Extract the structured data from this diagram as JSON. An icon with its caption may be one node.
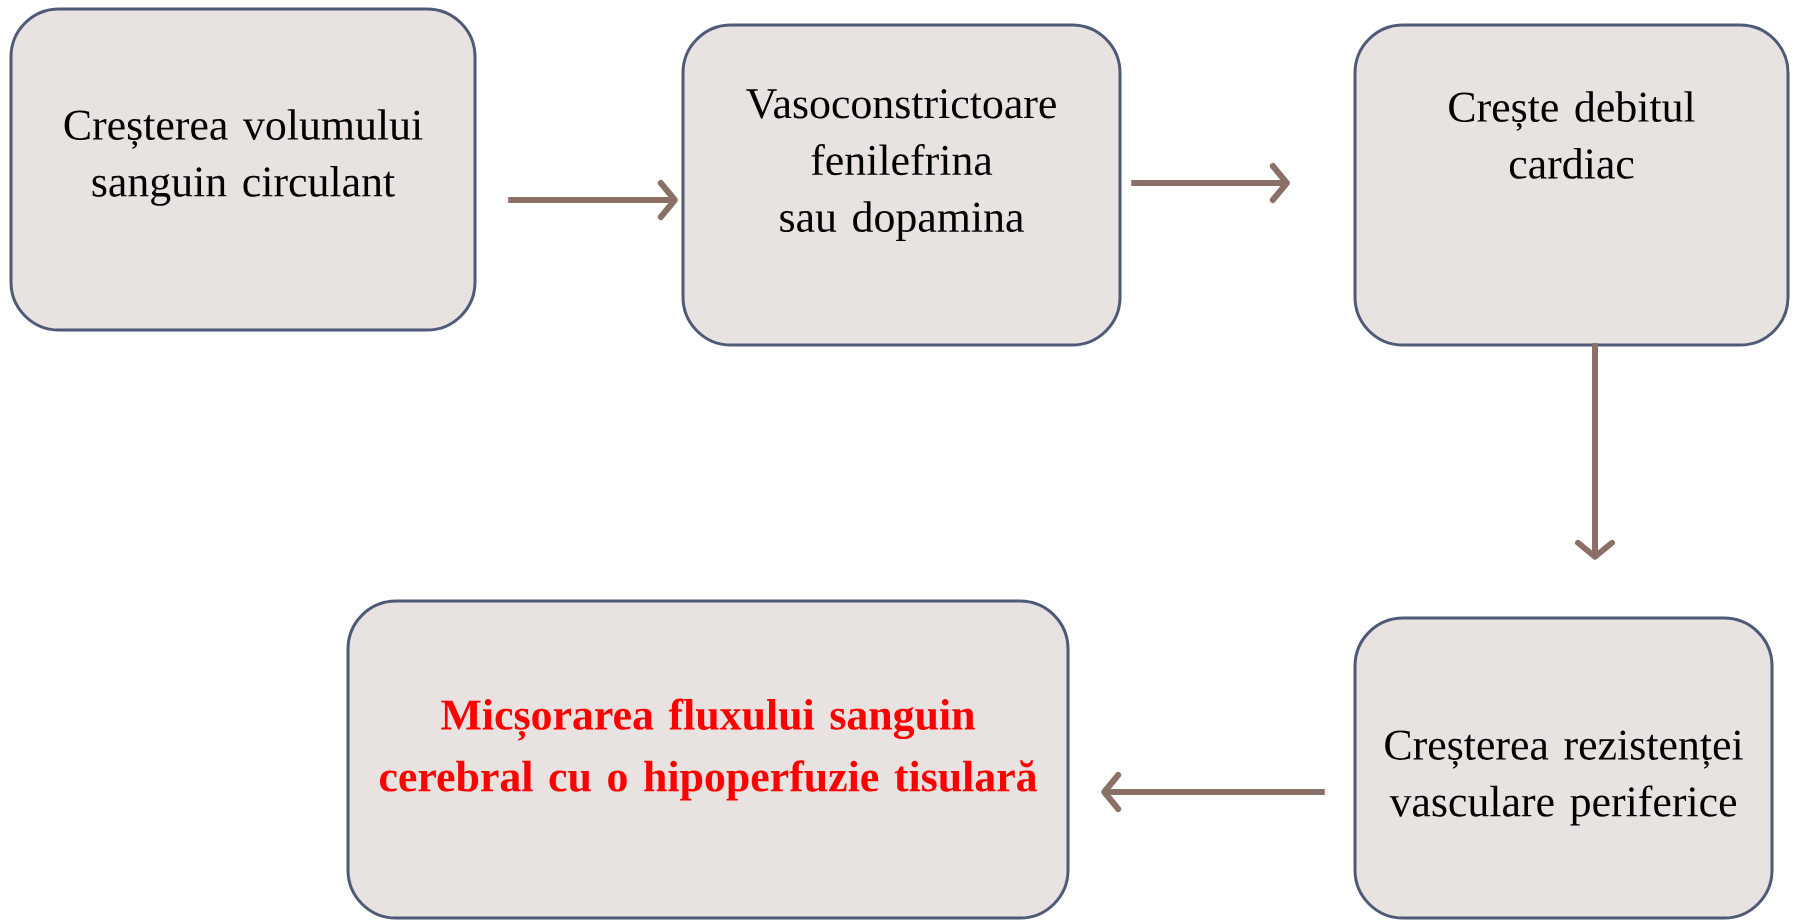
{
  "diagram": {
    "nodes": [
      {
        "text": [
          "Creșterea volumului sanguin circulant"
        ]
      },
      {
        "text": [
          "Vasoconstrictoare fenilefrina sau dopamina"
        ]
      },
      {
        "text": [
          "Crește debitul cardiac"
        ]
      },
      {
        "text": [
          "Creșterea rezistenței vasculare periferice"
        ]
      },
      {
        "text": [
          "Micșorarea fluxului sanguin cerebral cu o hipoperfuzie tisulară"
        ]
      }
    ],
    "edges": [
      {
        "from": 0,
        "to": 1,
        "arrow": "to"
      },
      {
        "from": 1,
        "to": 2,
        "arrow": "to"
      },
      {
        "from": 2,
        "to": 3,
        "arrow": "to"
      },
      {
        "from": 3,
        "to": 4,
        "arrow": "to"
      }
    ]
  }
}
